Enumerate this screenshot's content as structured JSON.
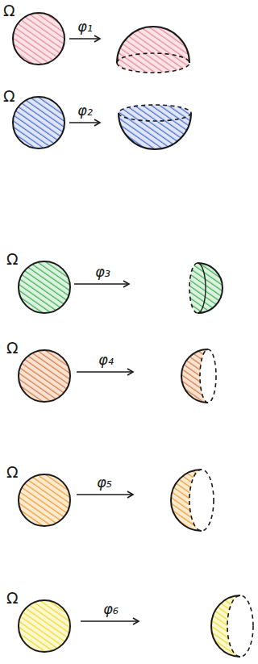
{
  "diagram": {
    "labels": [
      "Ω",
      "φ₁",
      "Ω",
      "φ₂",
      "Ω",
      "φ₃",
      "Ω",
      "φ₄",
      "Ω",
      "φ₅",
      "Ω",
      "φ₆"
    ]
  }
}
